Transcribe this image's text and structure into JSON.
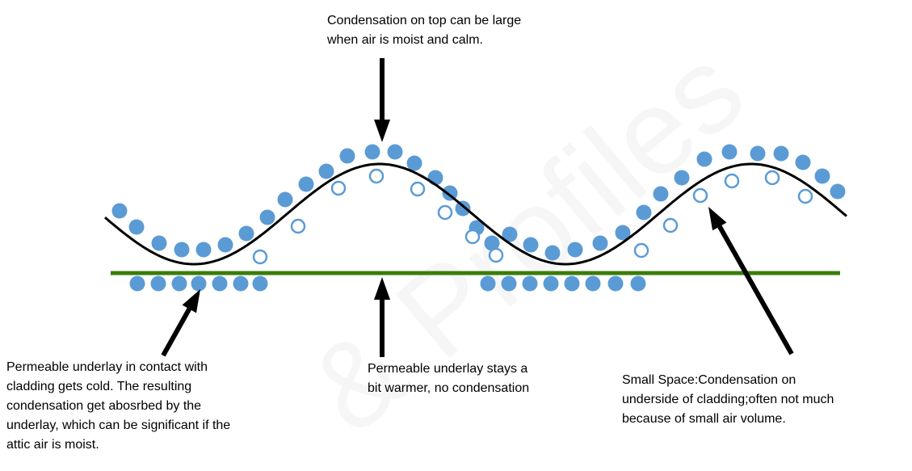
{
  "labels": {
    "top": [
      "Condensation on top can be large",
      "when air is moist and calm."
    ],
    "left": [
      "Permeable underlay in contact with",
      "cladding gets cold. The resulting",
      "condensation get abosrbed by the",
      "underlay, which can be significant if the",
      "attic air is moist."
    ],
    "center": [
      "Permeable underlay stays a",
      "bit warmer, no condensation"
    ],
    "right": [
      "Small Space:Condensation on",
      "underside of cladding;often not much",
      "because of small air volume."
    ]
  },
  "colors": {
    "cladding": "#000000",
    "underlay": "#3a7d0a",
    "droplet": "#5b9bd5",
    "arrow": "#000000"
  }
}
